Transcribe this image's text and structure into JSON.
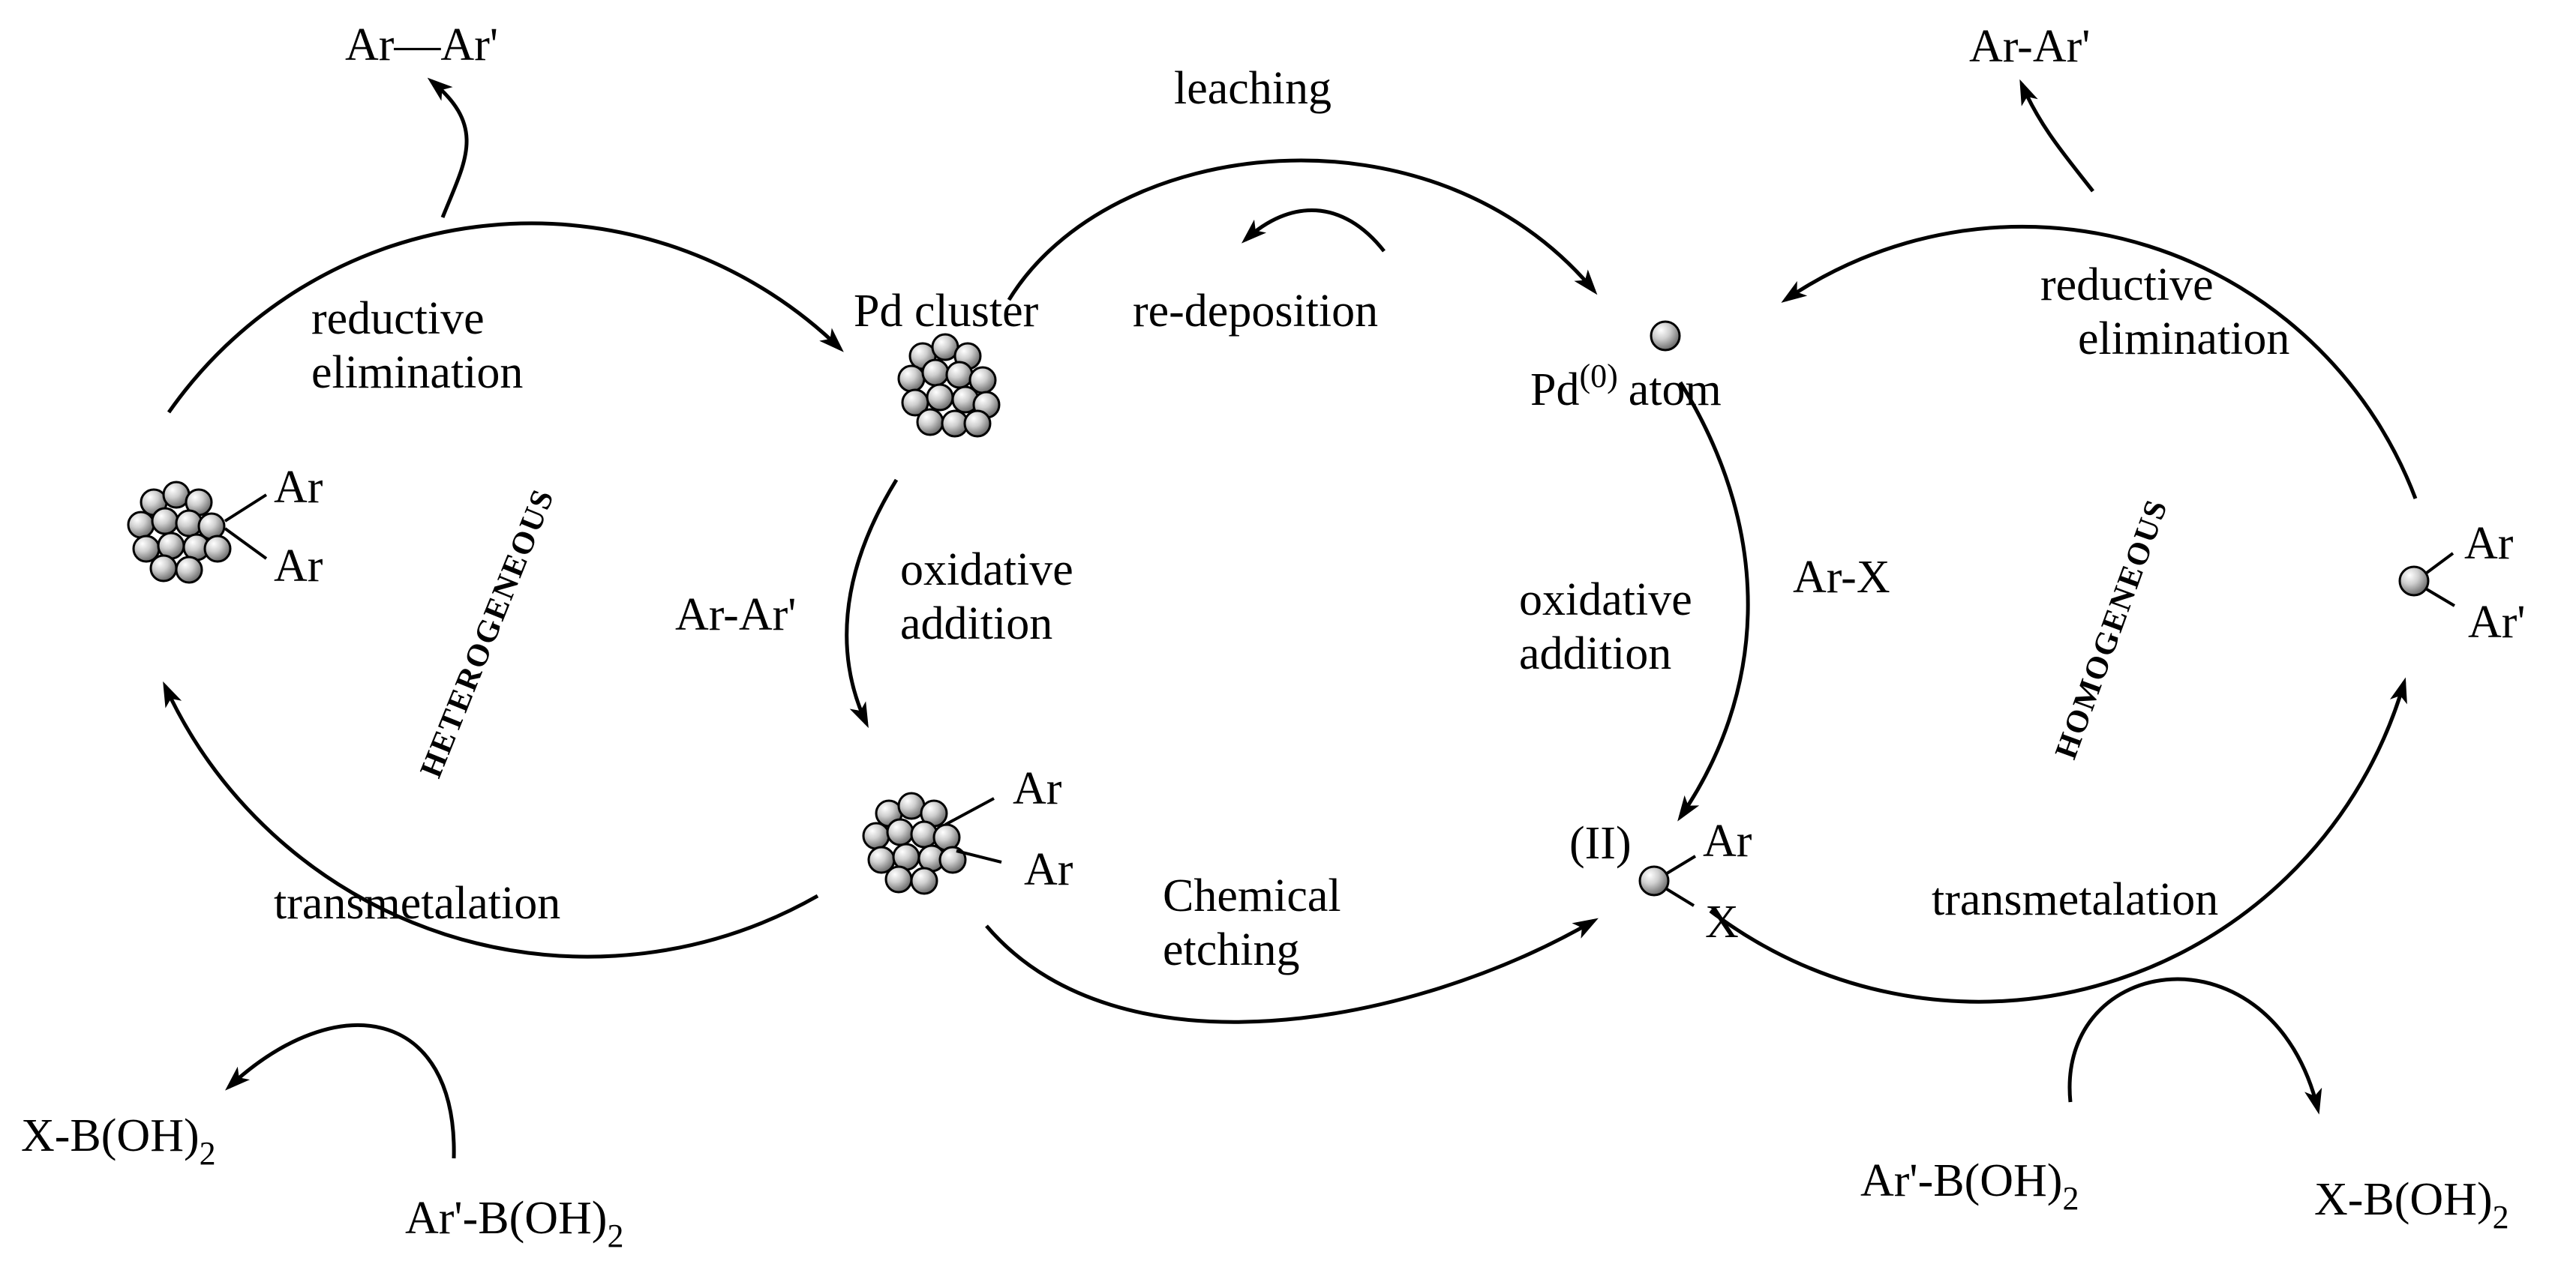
{
  "labels": {
    "leaching": "leaching",
    "re_deposition": "re-deposition",
    "pd_cluster": "Pd cluster",
    "pd_atom_prefix": "Pd",
    "pd_atom_superscript": "(0)",
    "pd_atom_suffix": "atom",
    "left_top_product": "Ar—Ar'",
    "right_top_product": "Ar-Ar'",
    "left_reductive_elimination": [
      "reductive",
      "elimination"
    ],
    "right_reductive_elimination": [
      "reductive",
      "elimination"
    ],
    "left_cluster_ar_top": "Ar",
    "left_cluster_ar_bottom": "Ar",
    "heterogeneous": "HETEROGENEOUS",
    "homogeneous": "HOMOGENEOUS",
    "center_left_ox_add": [
      "oxidative",
      "addition"
    ],
    "center_left_reagent": "Ar-Ar'",
    "center_right_ox_add": [
      "oxidative",
      "addition"
    ],
    "center_right_reagent": "Ar-X",
    "bottom_cluster_ar_top": "Ar",
    "bottom_cluster_ar_bottom": "Ar",
    "chemical_etching": [
      "Chemical",
      "etching"
    ],
    "pd2_oxidation": "(II)",
    "pd2_ar": "Ar",
    "pd2_x": "X",
    "left_transmetalation": "transmetalation",
    "right_transmetalation": "transmetalation",
    "right_atom_ar": "Ar",
    "right_atom_ar_prime": "Ar'",
    "left_byproduct": {
      "main": "X-B(OH)",
      "sub": "2"
    },
    "left_boronic": {
      "main": "Ar'-B(OH)",
      "sub": "2"
    },
    "right_boronic": {
      "main": "Ar'-B(OH)",
      "sub": "2"
    },
    "right_byproduct": {
      "main": "X-B(OH)",
      "sub": "2"
    }
  }
}
